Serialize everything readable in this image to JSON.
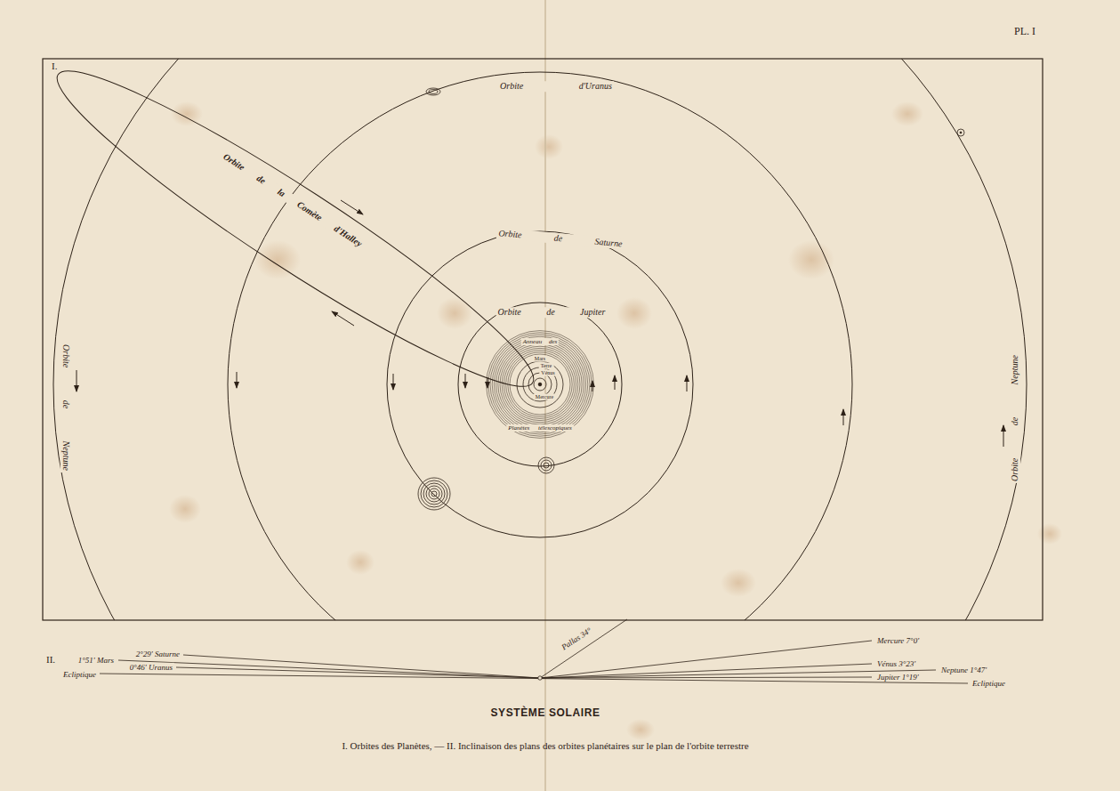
{
  "diagram": {
    "title": "SYSTÈME SOLAIRE",
    "caption": "I. Orbites des Planètes, — II. Inclinaison des plans des orbites planétaires sur le plan de l'orbite terrestre",
    "labels": [
      "I.",
      "PL. I",
      "Orbite d'Uranus",
      "Orbite de la Comète d'Halley",
      "Orbite de Saturne",
      "Orbite de Jupiter",
      "Anneau des",
      "Mars",
      "Terre",
      "Vénus",
      "Mercure",
      "Planètes télescopiques",
      "Orbite de Neptune",
      "Orbite de Neptune",
      "II.",
      "1°51' Mars",
      "2°29' Saturne",
      "0°46' Uranus",
      "Ecliptique",
      "Pallas 34°",
      "Mercure 7°0'",
      "Vénus 3°23'",
      "Neptune 1°47'",
      "Jupiter 1°19'",
      "Ecliptique"
    ]
  }
}
